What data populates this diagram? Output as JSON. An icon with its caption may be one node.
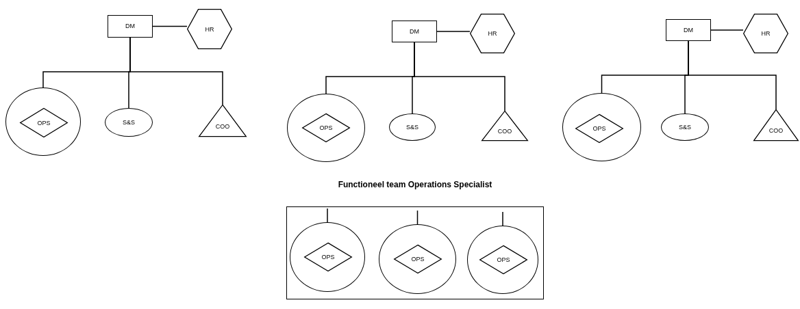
{
  "diagram": {
    "nodes": [
      {
        "text": [
          "DM"
        ]
      },
      {
        "text": [
          "HR"
        ]
      },
      {
        "text": [],
        "shape": "circle"
      },
      {
        "text": [
          "OPS"
        ],
        "in": 2
      },
      {
        "text": [
          "S&S"
        ]
      },
      {
        "text": [
          "COO"
        ]
      },
      {
        "text": [
          "DM"
        ]
      },
      {
        "text": [
          "HR"
        ]
      },
      {
        "text": [],
        "shape": "circle"
      },
      {
        "text": [
          "OPS"
        ],
        "in": 8
      },
      {
        "text": [
          "S&S"
        ]
      },
      {
        "text": [
          "COO"
        ]
      },
      {
        "text": [
          "DM"
        ]
      },
      {
        "text": [
          "HR"
        ]
      },
      {
        "text": [],
        "shape": "circle"
      },
      {
        "text": [
          "OPS"
        ],
        "in": 14
      },
      {
        "text": [
          "S&S"
        ]
      },
      {
        "text": [
          "COO"
        ]
      },
      {
        "text": [
          "Functioneel team Operations Specialist"
        ]
      },
      {
        "text": [],
        "shape": "circle",
        "in": 18
      },
      {
        "text": [
          "OPS"
        ],
        "in": 19
      },
      {
        "text": [],
        "shape": "circle",
        "in": 18
      },
      {
        "text": [
          "OPS"
        ],
        "in": 21
      },
      {
        "text": [],
        "shape": "circle",
        "in": 18
      },
      {
        "text": [
          "OPS"
        ],
        "in": 23
      }
    ],
    "edges": [
      {
        "from": 0,
        "to": 1,
        "arrow": "none"
      },
      {
        "from": 0,
        "to": 2,
        "arrow": "none"
      },
      {
        "from": 0,
        "to": 4,
        "arrow": "none"
      },
      {
        "from": 0,
        "to": 5,
        "arrow": "none"
      },
      {
        "from": 6,
        "to": 7,
        "arrow": "none"
      },
      {
        "from": 6,
        "to": 8,
        "arrow": "none"
      },
      {
        "from": 6,
        "to": 10,
        "arrow": "none"
      },
      {
        "from": 6,
        "to": 11,
        "arrow": "none"
      },
      {
        "from": 12,
        "to": 13,
        "arrow": "none"
      },
      {
        "from": 12,
        "to": 14,
        "arrow": "none"
      },
      {
        "from": 12,
        "to": 16,
        "arrow": "none"
      },
      {
        "from": 12,
        "to": 17,
        "arrow": "none"
      },
      {
        "from": null,
        "to": 19,
        "arrow": "none"
      },
      {
        "from": null,
        "to": 21,
        "arrow": "none"
      },
      {
        "from": null,
        "to": 23,
        "arrow": "none"
      }
    ]
  }
}
